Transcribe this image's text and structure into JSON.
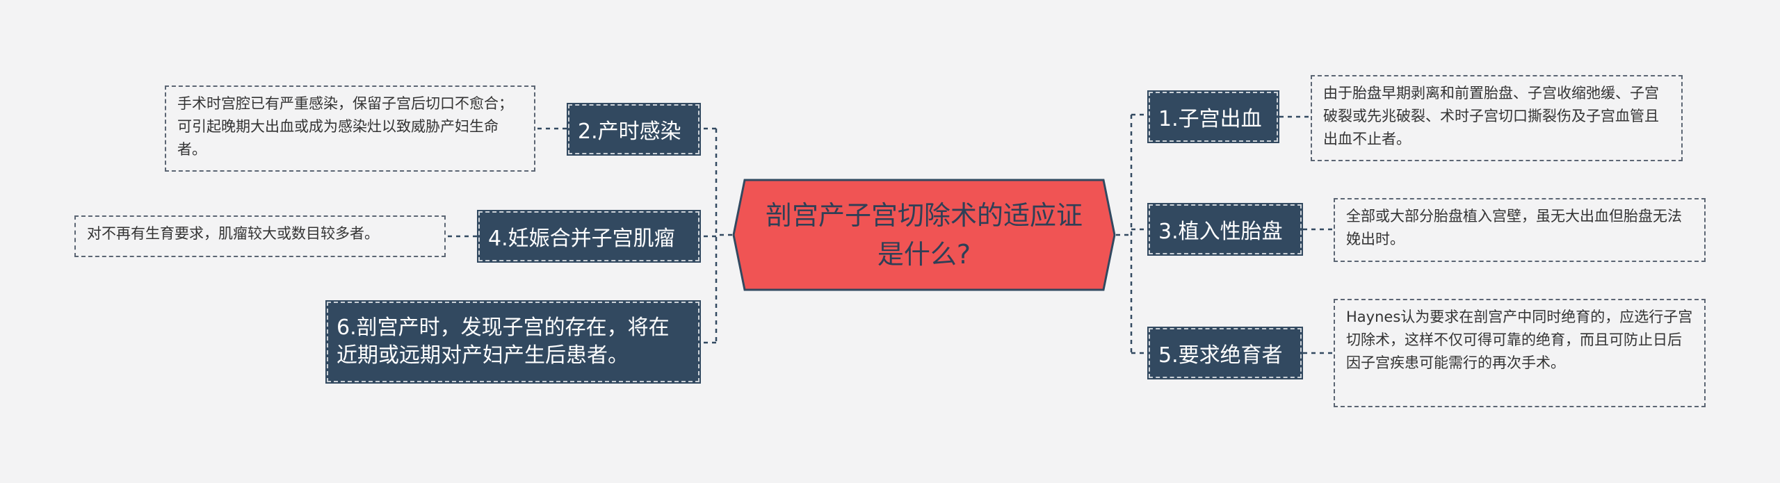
{
  "root": {
    "title": "剖宫产子宫切除术的适应证是什么?"
  },
  "branches": {
    "bleeding": {
      "label": "1.子宫出血",
      "detail": "由于胎盘早期剥离和前置胎盘、子宫收缩弛缓、子宫破裂或先兆破裂、术时子宫切口撕裂伤及子宫血管且出血不止者。"
    },
    "infection": {
      "label": "2.产时感染",
      "detail": "手术时宫腔已有严重感染，保留子宫后切口不愈合；可引起晚期大出血或成为感染灶以致威胁产妇生命者。"
    },
    "placenta": {
      "label": "3.植入性胎盘",
      "detail": "全部或大部分胎盘植入宫壁，虽无大出血但胎盘无法娩出时。"
    },
    "myoma": {
      "label": "4.妊娠合并子宫肌瘤",
      "detail": "对不再有生育要求，肌瘤较大或数目较多者。"
    },
    "sterilization": {
      "label": "5.要求绝育者",
      "detail": "Haynes认为要求在剖宫产中同时绝育的，应选行子宫切除术，这样不仅可得可靠的绝育，而且可防止日后因子宫疾患可能需行的再次手术。"
    },
    "disease": {
      "label": "6.剖宫产时，发现子宫的存在，将在近期或远期对产妇产生后患者。"
    }
  },
  "colors": {
    "root_fill": "#f05454",
    "root_stroke": "#324960",
    "branch_fill": "#324960",
    "connector": "#324960",
    "background": "#f3f3f4"
  }
}
